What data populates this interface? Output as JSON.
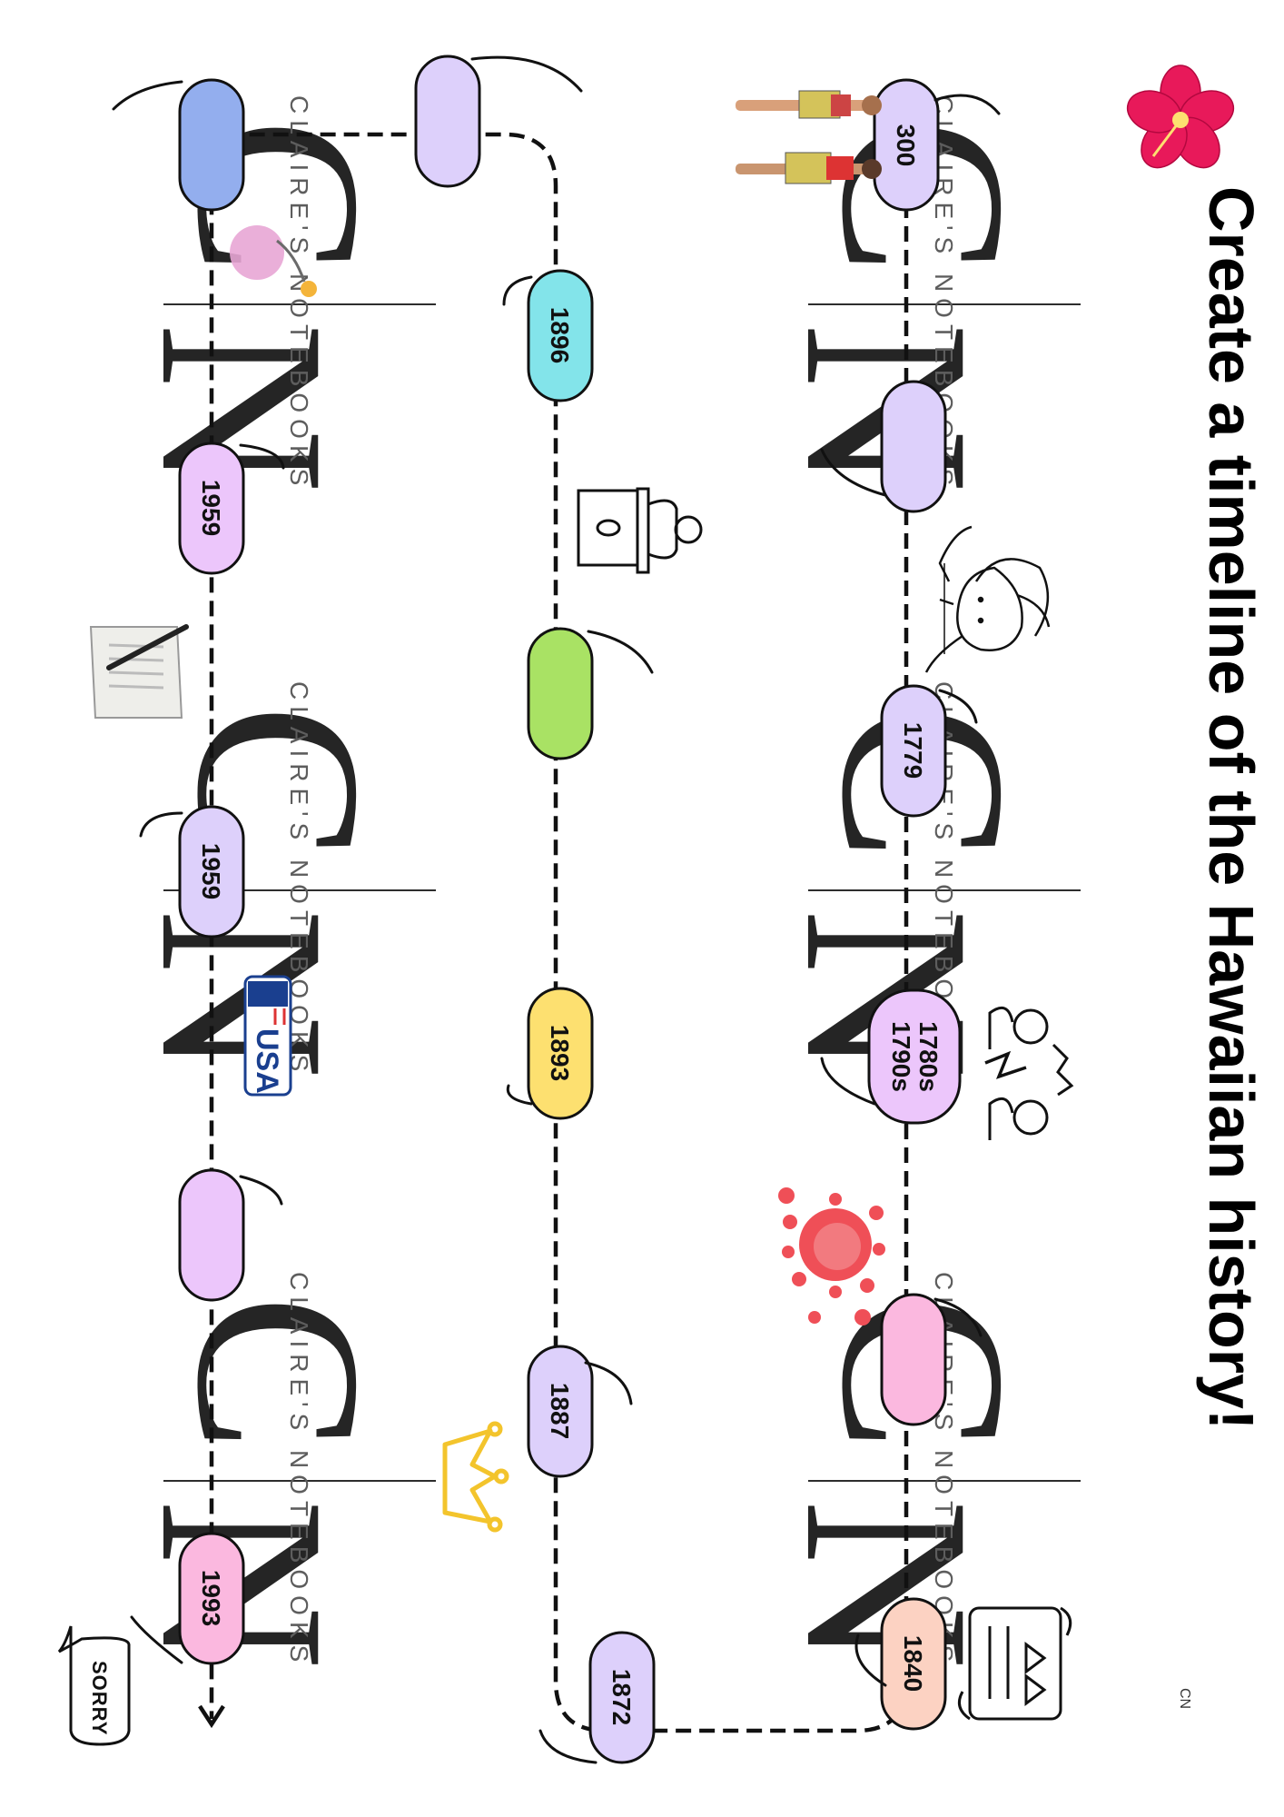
{
  "title": "Create a timeline of the Hawaiian history!",
  "corner_logo": "CN",
  "watermark": {
    "initials_left": "C",
    "initials_right": "N",
    "text": "CLAIRE'S NOTEBOOKS"
  },
  "sorry_label": "SORRY",
  "usa_label": "USA",
  "colors": {
    "pill_outline": "#111111",
    "line": "#111111",
    "lavender": "#ddd0fb",
    "blue": "#93aeee",
    "cyan": "#83e4ea",
    "green": "#a9e264",
    "yellow": "#fde070",
    "pink": "#fbb8df",
    "peach": "#fcd2c2",
    "orchid": "#ecc6fb",
    "hibiscus": "#e8195a"
  },
  "timeline": {
    "row1": [
      {
        "label": "300",
        "color": "#ddd0fb"
      },
      {
        "label": "",
        "color": "#ddd0fb"
      },
      {
        "label": "1779",
        "color": "#ddd0fb"
      },
      {
        "label": "1780s\n1790s",
        "color": "#ecc6fb"
      },
      {
        "label": "",
        "color": "#fbb8df"
      },
      {
        "label": "1840",
        "color": "#fcd2c2"
      }
    ],
    "row2": [
      {
        "label": "1872",
        "color": "#ddd0fb"
      },
      {
        "label": "1887",
        "color": "#ddd0fb"
      },
      {
        "label": "1893",
        "color": "#fde070"
      },
      {
        "label": "",
        "color": "#a9e264"
      },
      {
        "label": "1896",
        "color": "#83e4ea"
      },
      {
        "label": "",
        "color": "#ddd0fb"
      }
    ],
    "row3": [
      {
        "label": "",
        "color": "#93aeee"
      },
      {
        "label": "1959",
        "color": "#ecc6fb"
      },
      {
        "label": "1959",
        "color": "#ddd0fb"
      },
      {
        "label": "",
        "color": "#ecc6fb"
      },
      {
        "label": "1993",
        "color": "#fbb8df"
      }
    ]
  },
  "icons": [
    "hibiscus-icon",
    "dancers-icon",
    "captain-portrait-icon",
    "unification-icon",
    "virus-icon",
    "constitution-scroll-icon",
    "crown-icon",
    "podium-icon",
    "ballot-icon",
    "petition-scroll-icon",
    "usa-sticker-icon",
    "sorry-bubble-icon"
  ]
}
